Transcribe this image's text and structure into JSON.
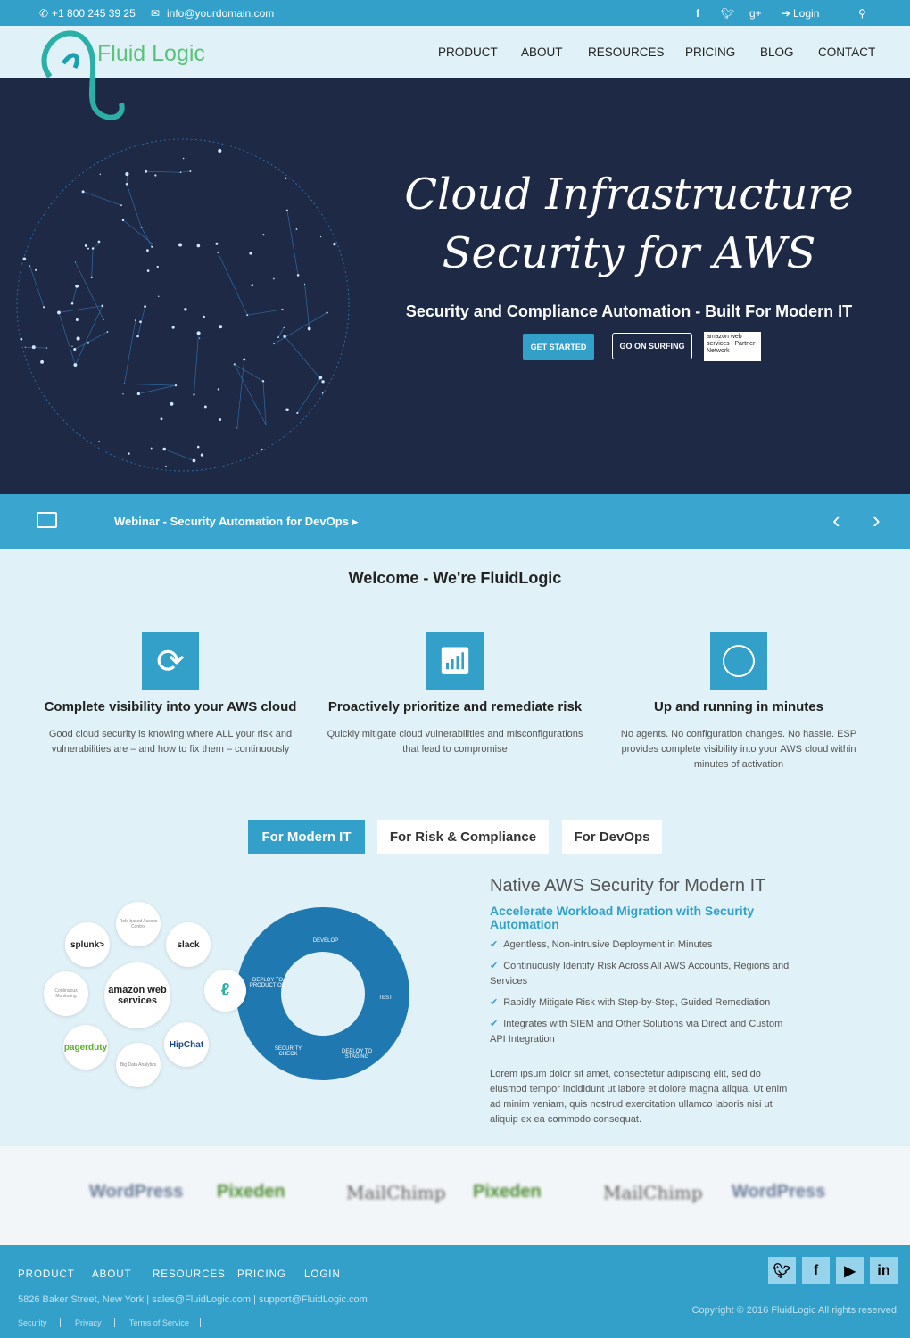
{
  "topbar": {
    "phone": "+1 800 245 39 25",
    "email": "info@yourdomain.com",
    "login": "Login"
  },
  "nav": {
    "logo": "Fluid Logic",
    "items": [
      "PRODUCT",
      "ABOUT",
      "RESOURCES",
      "PRICING",
      "BLOG",
      "CONTACT"
    ]
  },
  "hero": {
    "title_line1": "Cloud Infrastructure",
    "title_line2": "Security for AWS",
    "subtitle": "Security and Compliance Automation - Built For Modern IT",
    "get_started": "GET STARTED",
    "go_surfing": "GO ON SURFING",
    "badge": "amazon web services | Partner Network"
  },
  "webinar": {
    "text": "Webinar - Security Automation for DevOps ▸"
  },
  "welcome": {
    "title": "Welcome - We're FluidLogic"
  },
  "features": [
    {
      "title": "Complete visibility into your AWS cloud",
      "text": "Good cloud security is knowing where ALL your risk and vulnerabilities are – and how to fix them – continuously"
    },
    {
      "title": "Proactively prioritize and remediate risk",
      "text": "Quickly mitigate cloud vulnerabilities and misconfigurations that lead to compromise"
    },
    {
      "title": "Up and running in minutes",
      "text": "No agents. No configuration changes. No hassle. ESP provides complete visibility into your AWS cloud within minutes of activation"
    }
  ],
  "tabs": [
    "For Modern IT",
    "For Risk & Compliance",
    "For DevOps"
  ],
  "diagram": {
    "integrations": [
      "splunk>",
      "Role-based Access Control",
      "slack",
      "Continuous Monitoring",
      "amazon web services",
      "pagerduty",
      "Big Data Analytics",
      "HipChat"
    ],
    "cycle": [
      "DEVELOP",
      "TEST",
      "DEPLOY TO STAGING",
      "SECURITY CHECK",
      "DEPLOY TO PRODUCTION"
    ]
  },
  "panel": {
    "title": "Native AWS Security for Modern IT",
    "subtitle": "Accelerate Workload Migration with Security Automation",
    "bullets": [
      "Agentless, Non-intrusive Deployment in Minutes",
      "Continuously Identify Risk Across All AWS Accounts, Regions and Services",
      "Rapidly Mitigate Risk with Step-by-Step, Guided Remediation",
      "Integrates with SIEM and Other Solutions via Direct and Custom API Integration"
    ],
    "body": "Lorem ipsum dolor sit amet, consectetur adipiscing elit, sed do eiusmod tempor incididunt ut labore et dolore magna aliqua. Ut enim ad minim veniam, quis nostrud exercitation ullamco laboris nisi ut aliquip ex ea commodo consequat."
  },
  "partners": [
    "WordPress",
    "Pixeden",
    "MailChimp",
    "Pixeden",
    "MailChimp",
    "WordPress"
  ],
  "footer": {
    "links": [
      "PRODUCT",
      "ABOUT",
      "RESOURCES",
      "PRICING",
      "LOGIN"
    ],
    "address": "5826 Baker Street, New York | sales@FluidLogic.com  |  support@FluidLogic.com",
    "legal": [
      "Security",
      "Privacy",
      "Terms of Service"
    ],
    "copyright": "Copyright © 2016 FluidLogic All rights reserved."
  },
  "colors": {
    "accent": "#33a0c9",
    "hero_bg": "#1e2a45",
    "page_bg": "#e0f1f7"
  }
}
